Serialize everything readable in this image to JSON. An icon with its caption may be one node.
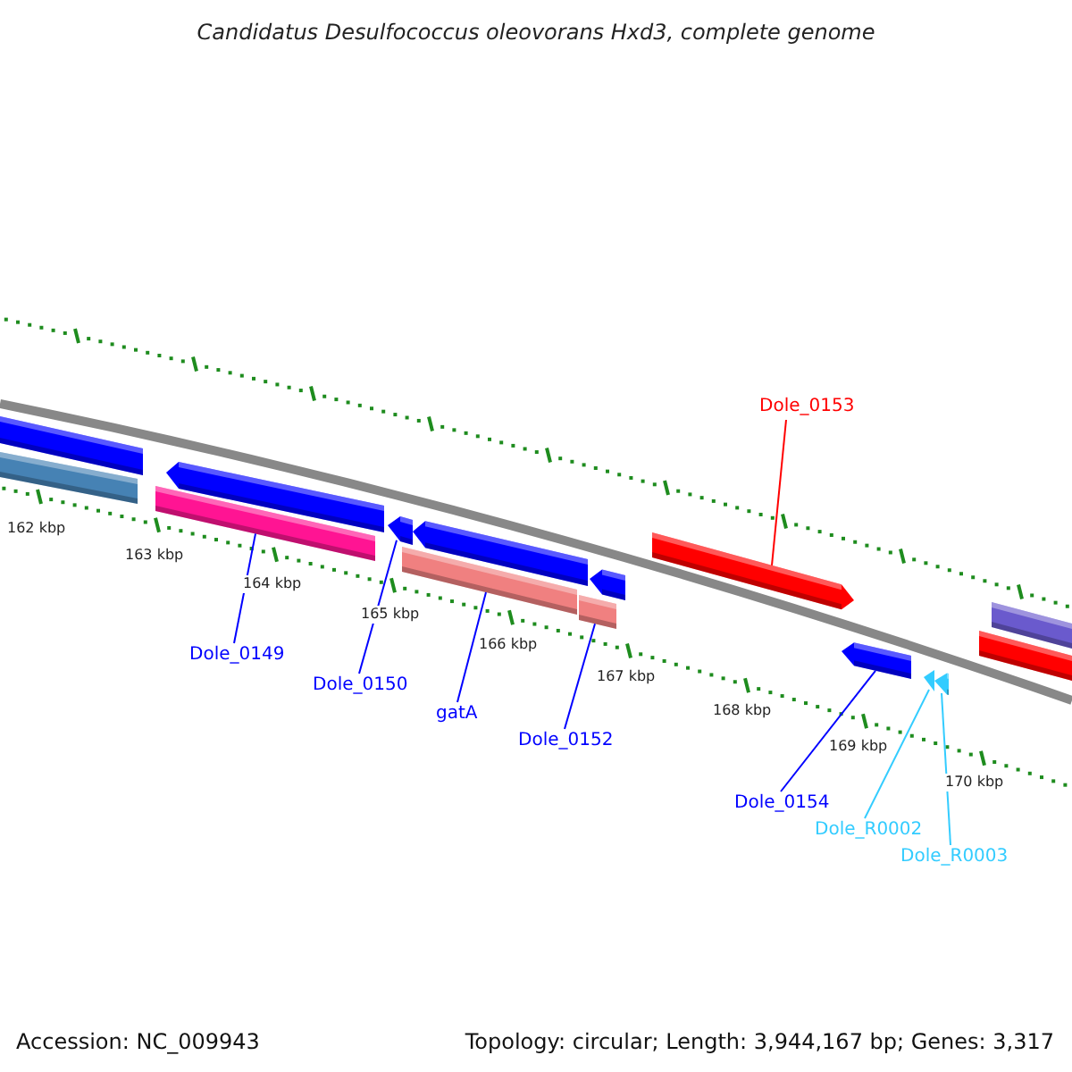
{
  "diagram": {
    "title": "Candidatus Desulfococcus oleovorans Hxd3, complete genome",
    "nodes": [
      {
        "text": [
          "Dole_0153"
        ]
      },
      {
        "text": [
          "Dole_0149"
        ]
      },
      {
        "text": [
          "Dole_0150"
        ]
      },
      {
        "text": [
          "gatA"
        ]
      },
      {
        "text": [
          "Dole_0152"
        ]
      },
      {
        "text": [
          "Dole_0154"
        ]
      },
      {
        "text": [
          "Dole_R0002"
        ]
      },
      {
        "text": [
          "Dole_R0003"
        ]
      },
      {
        "text": [],
        "shape": "bar"
      },
      {
        "text": [],
        "shape": "bar"
      },
      {
        "text": [],
        "shape": "bar"
      },
      {
        "text": [],
        "shape": "bar"
      },
      {
        "text": [],
        "shape": "bar"
      },
      {
        "text": [],
        "shape": "bar"
      },
      {
        "text": [],
        "shape": "bar"
      },
      {
        "text": [],
        "shape": "bar"
      }
    ],
    "edges": [
      {
        "from": 0,
        "to": 12,
        "arrow": "none",
        "color": "#ff0000"
      },
      {
        "from": 1,
        "to": 8,
        "arrow": "none"
      },
      {
        "from": 2,
        "to": 9,
        "arrow": "none"
      },
      {
        "from": 3,
        "to": 10,
        "arrow": "none"
      },
      {
        "from": 4,
        "to": 11,
        "arrow": "none"
      },
      {
        "from": 5,
        "to": 13,
        "arrow": "none"
      },
      {
        "from": 6,
        "to": 14,
        "arrow": "none",
        "color": "#33ccff"
      },
      {
        "from": 7,
        "to": 15,
        "arrow": "none",
        "color": "#33ccff"
      }
    ],
    "labels": [
      "162 kbp",
      "163 kbp",
      "164 kbp",
      "165 kbp",
      "166 kbp",
      "167 kbp",
      "168 kbp",
      "169 kbp",
      "170 kbp",
      "Accession: NC_009943",
      "Topology: circular; Length: 3,944,167 bp; Genes: 3,317"
    ]
  }
}
